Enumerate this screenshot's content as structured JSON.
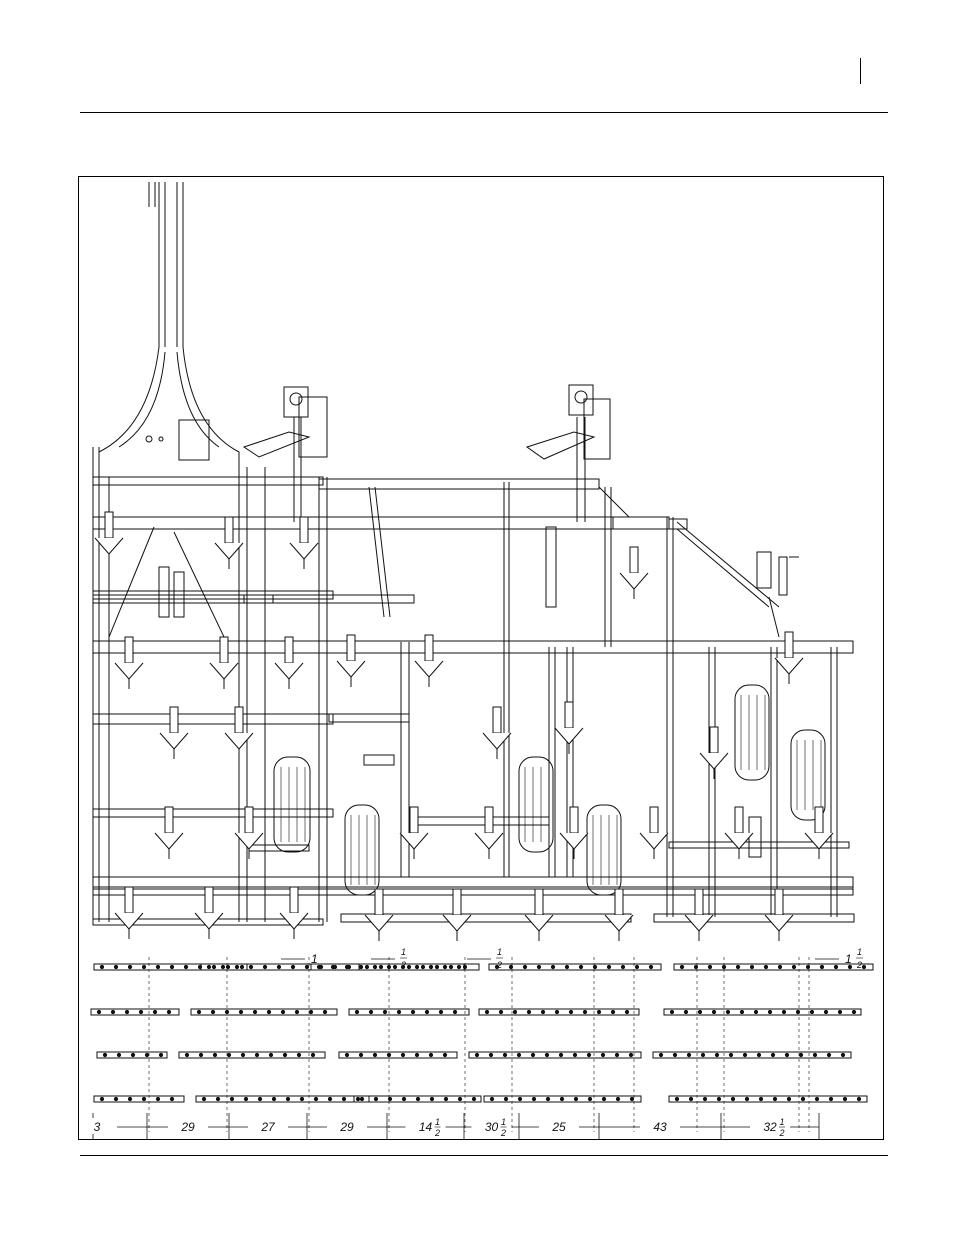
{
  "header": {
    "page_marker": ""
  },
  "figure": {
    "dimensions": [
      {
        "whole": "3",
        "frac": ""
      },
      {
        "whole": "29",
        "frac": ""
      },
      {
        "whole": "27",
        "frac": ""
      },
      {
        "whole": "29",
        "frac": ""
      },
      {
        "whole": "14",
        "frac": "1/2"
      },
      {
        "whole": "30",
        "frac": "1/2"
      },
      {
        "whole": "25",
        "frac": ""
      },
      {
        "whole": "43",
        "frac": ""
      },
      {
        "whole": "32",
        "frac": "1/2"
      }
    ],
    "offset_callouts": [
      {
        "whole": "1",
        "frac": ""
      },
      {
        "whole": "",
        "frac": "1/2"
      },
      {
        "whole": "",
        "frac": "1/2"
      },
      {
        "whole": "1",
        "frac": "1/2"
      }
    ]
  }
}
